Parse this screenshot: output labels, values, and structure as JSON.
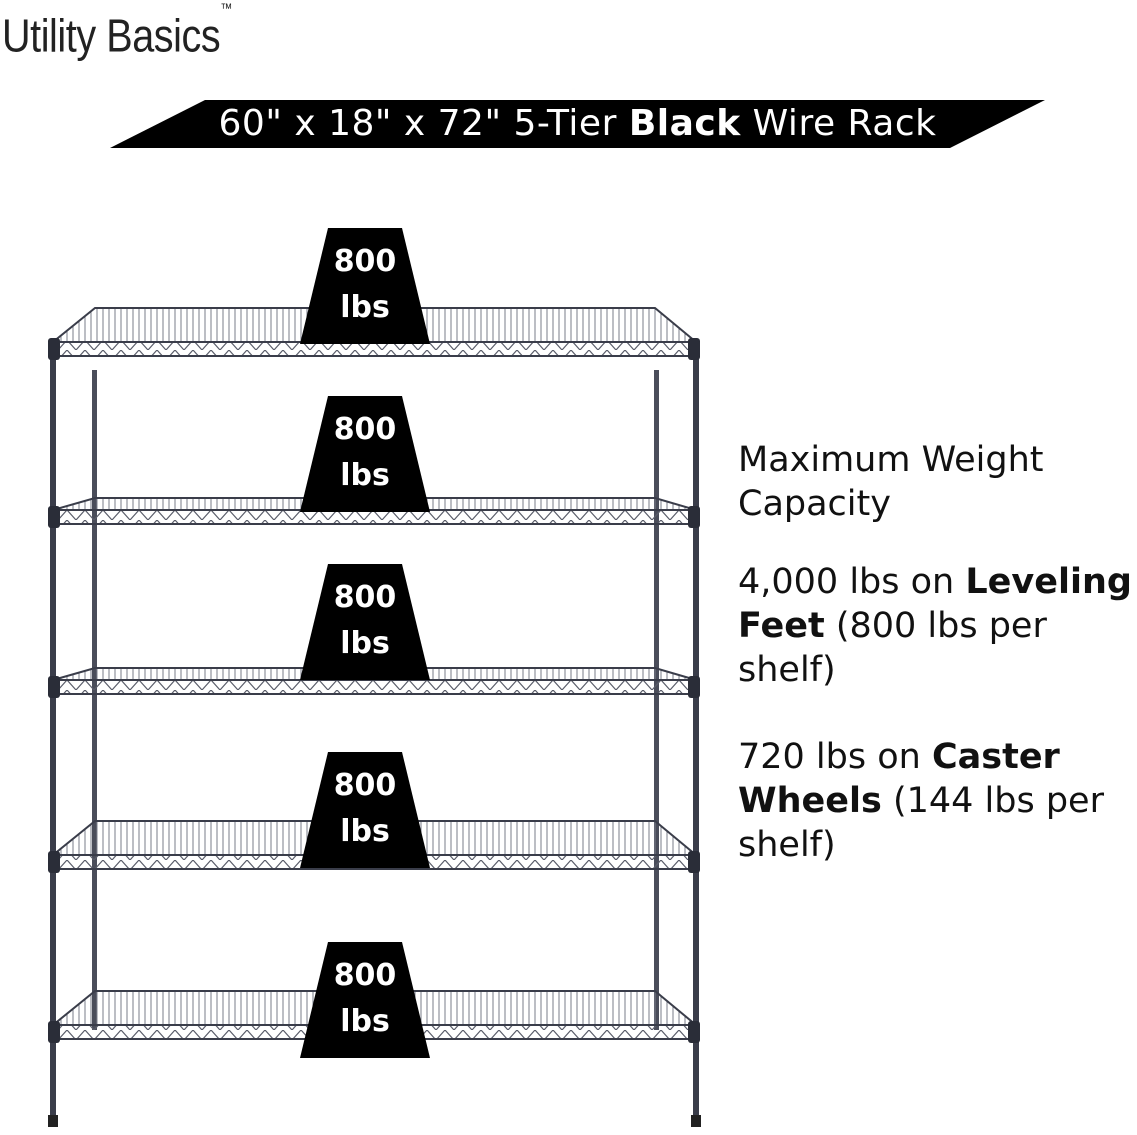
{
  "brand": {
    "name": "Utility Basics",
    "trademark": "™"
  },
  "banner": {
    "prefix": "60\" x 18\" x 72\" 5-Tier ",
    "bold": "Black",
    "suffix": " Wire Rack"
  },
  "shelf_badges": [
    {
      "value": "800",
      "unit": "lbs"
    },
    {
      "value": "800",
      "unit": "lbs"
    },
    {
      "value": "800",
      "unit": "lbs"
    },
    {
      "value": "800",
      "unit": "lbs"
    },
    {
      "value": "800",
      "unit": "lbs"
    }
  ],
  "specs": {
    "heading": "Maximum Weight Capacity",
    "leveling": {
      "prefix": "4,000 lbs on ",
      "bold": "Leveling Feet",
      "suffix": " (800 lbs per shelf)"
    },
    "caster": {
      "prefix": "720 lbs on ",
      "bold": "Caster Wheels",
      "suffix": " (144 lbs per shelf)"
    }
  },
  "colors": {
    "frame": "#3a3d4a",
    "badge": "#000000",
    "banner": "#000000"
  }
}
